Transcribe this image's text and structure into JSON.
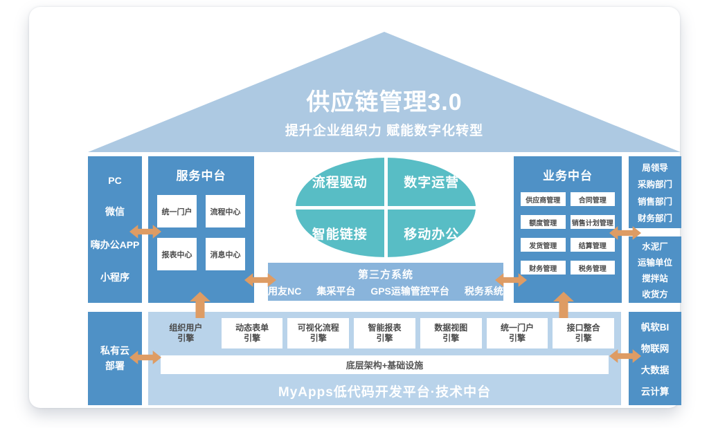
{
  "roof": {
    "title": "供应链管理3.0",
    "subtitle": "提升企业组织力 赋能数字化转型"
  },
  "access_channels": {
    "items": [
      "PC",
      "微信",
      "嗨办公APP",
      "小程序"
    ]
  },
  "service_platform": {
    "title": "服务中台",
    "modules": [
      "统一门户",
      "流程中心",
      "报表中心",
      "消息中心"
    ]
  },
  "core_capabilities": {
    "quadrants": [
      "流程驱动",
      "数字运营",
      "智能链接",
      "移动办公"
    ]
  },
  "third_party_systems": {
    "title": "第三方系统",
    "systems": [
      "用友NC",
      "集采平台",
      "GPS运输管控平台",
      "税务系统"
    ]
  },
  "business_platform": {
    "title": "业务中台",
    "modules": [
      "供应商管理",
      "合同管理",
      "额度管理",
      "销售计划管理",
      "发货管理",
      "结算管理",
      "财务管理",
      "税务管理"
    ]
  },
  "internal_departments": {
    "items": [
      "局领导",
      "采购部门",
      "销售部门",
      "财务部门"
    ]
  },
  "external_partners": {
    "items": [
      "水泥厂",
      "运输单位",
      "搅拌站",
      "收货方"
    ]
  },
  "deployment": {
    "line1": "私有云",
    "line2": "部署"
  },
  "tech_platform": {
    "engines": [
      {
        "line1": "组织用户",
        "line2": "引擎"
      },
      {
        "line1": "动态表单",
        "line2": "引擎"
      },
      {
        "line1": "可视化流程",
        "line2": "引擎"
      },
      {
        "line1": "智能报表",
        "line2": "引擎"
      },
      {
        "line1": "数据视图",
        "line2": "引擎"
      },
      {
        "line1": "统一门户",
        "line2": "引擎"
      },
      {
        "line1": "接口整合",
        "line2": "引擎"
      }
    ],
    "infrastructure": "底层架构+基础设施",
    "platform_name": "MyApps低代码开发平台·技术中台"
  },
  "tech_ecosystem": {
    "items": [
      "帆软BI",
      "物联网",
      "大数据",
      "云计算"
    ]
  },
  "colors": {
    "primary_blue": "#4F91C6",
    "roof_blue": "#ADC9E2",
    "panel_blue": "#B9D3EA",
    "ellipse_teal": "#58BDC5",
    "bar_blue": "#89B4DB",
    "arrow_orange": "#DE9C64"
  }
}
